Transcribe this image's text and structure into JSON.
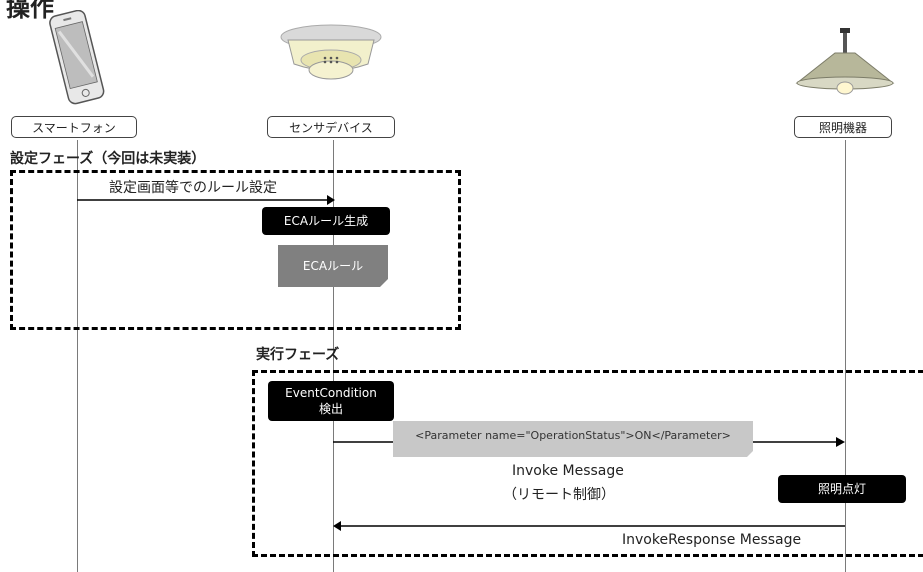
{
  "header_fragment": "操作",
  "actors": {
    "smartphone": "スマートフォン",
    "sensor": "センサデバイス",
    "light": "照明機器"
  },
  "setup_phase": {
    "title": "設定フェーズ（今回は未実装）",
    "message": "設定画面等でのルール設定",
    "generate_box": "ECAルール生成",
    "document": "ECAルール"
  },
  "exec_phase": {
    "title": "実行フェーズ",
    "detect_box_line1": "EventCondition",
    "detect_box_line2": "検出",
    "parameter_text": "<Parameter name=\"OperationStatus\">ON</Parameter>",
    "invoke_line1": "Invoke Message",
    "invoke_line2": "（リモート制御）",
    "light_on_box": "照明点灯",
    "response_message": "InvokeResponse Message"
  },
  "colors": {
    "line": "#000000",
    "lifeline": "#7a7a7a",
    "document_fill": "#808080",
    "parameter_fill": "#c8c8c8",
    "detector_fill": "#000000"
  },
  "icons": [
    "smartphone-icon",
    "smoke-sensor-icon",
    "ceiling-lamp-icon"
  ]
}
